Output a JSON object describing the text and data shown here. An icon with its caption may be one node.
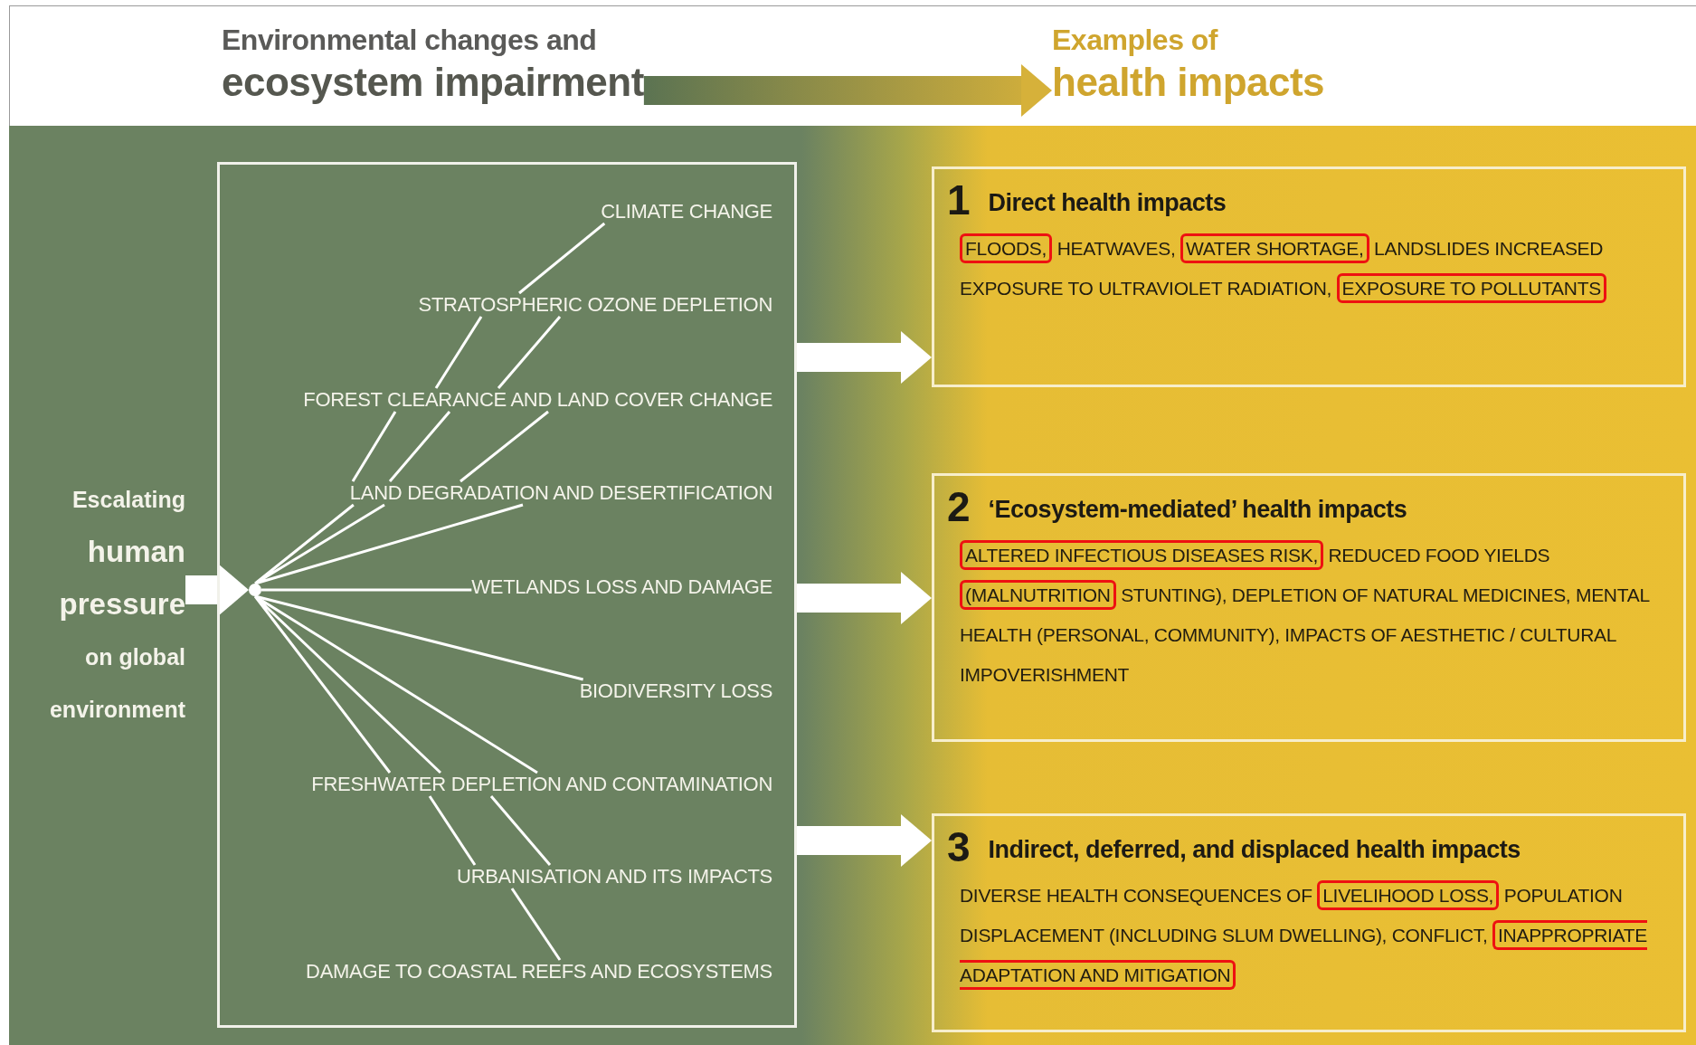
{
  "diagram": {
    "nodes": [
      {
        "text": [
          "Environmental changes and",
          "ecosystem impairment"
        ]
      },
      {
        "text": [
          "Examples of",
          "health impacts"
        ]
      },
      {
        "text": [
          "Escalating",
          "human pressure",
          "on global environment"
        ]
      },
      {
        "text": [],
        "shape": "circle",
        "in": 4
      },
      {
        "text": [],
        "shape": "box"
      },
      {
        "text": [
          "CLIMATE CHANGE"
        ],
        "in": 4
      },
      {
        "text": [
          "STRATOSPHERIC OZONE DEPLETION"
        ],
        "in": 4
      },
      {
        "text": [
          "FOREST CLEARANCE AND LAND COVER CHANGE"
        ],
        "in": 4
      },
      {
        "text": [
          "LAND DEGRADATION AND DESERTIFICATION"
        ],
        "in": 4
      },
      {
        "text": [
          "WETLANDS LOSS AND DAMAGE"
        ],
        "in": 4
      },
      {
        "text": [
          "BIODIVERSITY LOSS"
        ],
        "in": 4
      },
      {
        "text": [
          "FRESHWATER DEPLETION AND CONTAMINATION"
        ],
        "in": 4
      },
      {
        "text": [
          "URBANISATION AND ITS IMPACTS"
        ],
        "in": 4
      },
      {
        "text": [
          "DAMAGE TO COASTAL REEFS AND ECOSYSTEMS"
        ],
        "in": 4
      },
      {
        "text": [
          "1",
          "Direct health impacts",
          "**FLOODS,** HEATWAVES, **WATER SHORTAGE,** LANDSLIDES INCREASED EXPOSURE TO ULTRAVIOLET RADIATION, **EXPOSURE TO POLLUTANTS**"
        ]
      },
      {
        "text": [
          "2",
          "‘Ecosystem-mediated’ health impacts",
          "**ALTERED INFECTIOUS DISEASES RISK,** REDUCED FOOD YIELDS **(MALNUTRITION** STUNTING), DEPLETION OF NATURAL MEDICINES, MENTAL HEALTH (PERSONAL, COMMUNITY), IMPACTS OF AESTHETIC / CULTURAL IMPOVERISHMENT"
        ]
      },
      {
        "text": [
          "3",
          "Indirect, deferred, and displaced health impacts",
          "DIVERSE HEALTH CONSEQUENCES OF **LIVELIHOOD LOSS,** POPULATION DISPLACEMENT (INCLUDING SLUM DWELLING), CONFLICT, **INAPPROPRIATE ADAPTATION AND MITIGATION**"
        ]
      }
    ],
    "edges": [
      {
        "from": 0,
        "to": 1,
        "arrow": "to",
        "style": "thick",
        "color": "#d6b13a"
      },
      {
        "from": 2,
        "to": 3,
        "arrow": "to",
        "style": "thick"
      },
      {
        "from": 3,
        "to": 8,
        "arrow": "none"
      },
      {
        "from": 8,
        "to": 7,
        "arrow": "none"
      },
      {
        "from": 7,
        "to": 6,
        "arrow": "none"
      },
      {
        "from": 6,
        "to": 5,
        "arrow": "none"
      },
      {
        "from": 3,
        "to": 9,
        "arrow": "none"
      },
      {
        "from": 3,
        "to": 10,
        "arrow": "none"
      },
      {
        "from": 3,
        "to": 11,
        "arrow": "none"
      },
      {
        "from": 11,
        "to": 12,
        "arrow": "none"
      },
      {
        "from": 12,
        "to": 13,
        "arrow": "none"
      },
      {
        "from": 4,
        "to": 14,
        "arrow": "to",
        "style": "thick"
      },
      {
        "from": 4,
        "to": 15,
        "arrow": "to",
        "style": "thick"
      },
      {
        "from": 4,
        "to": 16,
        "arrow": "to",
        "style": "thick"
      }
    ]
  }
}
